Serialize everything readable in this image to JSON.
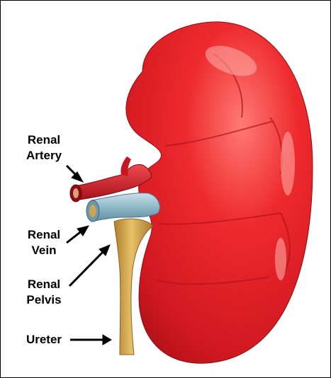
{
  "labels": {
    "renal_artery": [
      "Renal",
      "Artery"
    ],
    "renal_vein": [
      "Renal",
      "Vein"
    ],
    "renal_pelvis": [
      "Renal",
      "Pelvis"
    ],
    "ureter": "Ureter"
  },
  "colors": {
    "kidney": "#e8202a",
    "kidney_dark": "#b5121b",
    "kidney_light": "#ff6a6a",
    "artery": "#d9202a",
    "vein": "#9cc3d2",
    "ureter": "#d2a44c",
    "arrow": "#000000",
    "frame": "#000000"
  }
}
